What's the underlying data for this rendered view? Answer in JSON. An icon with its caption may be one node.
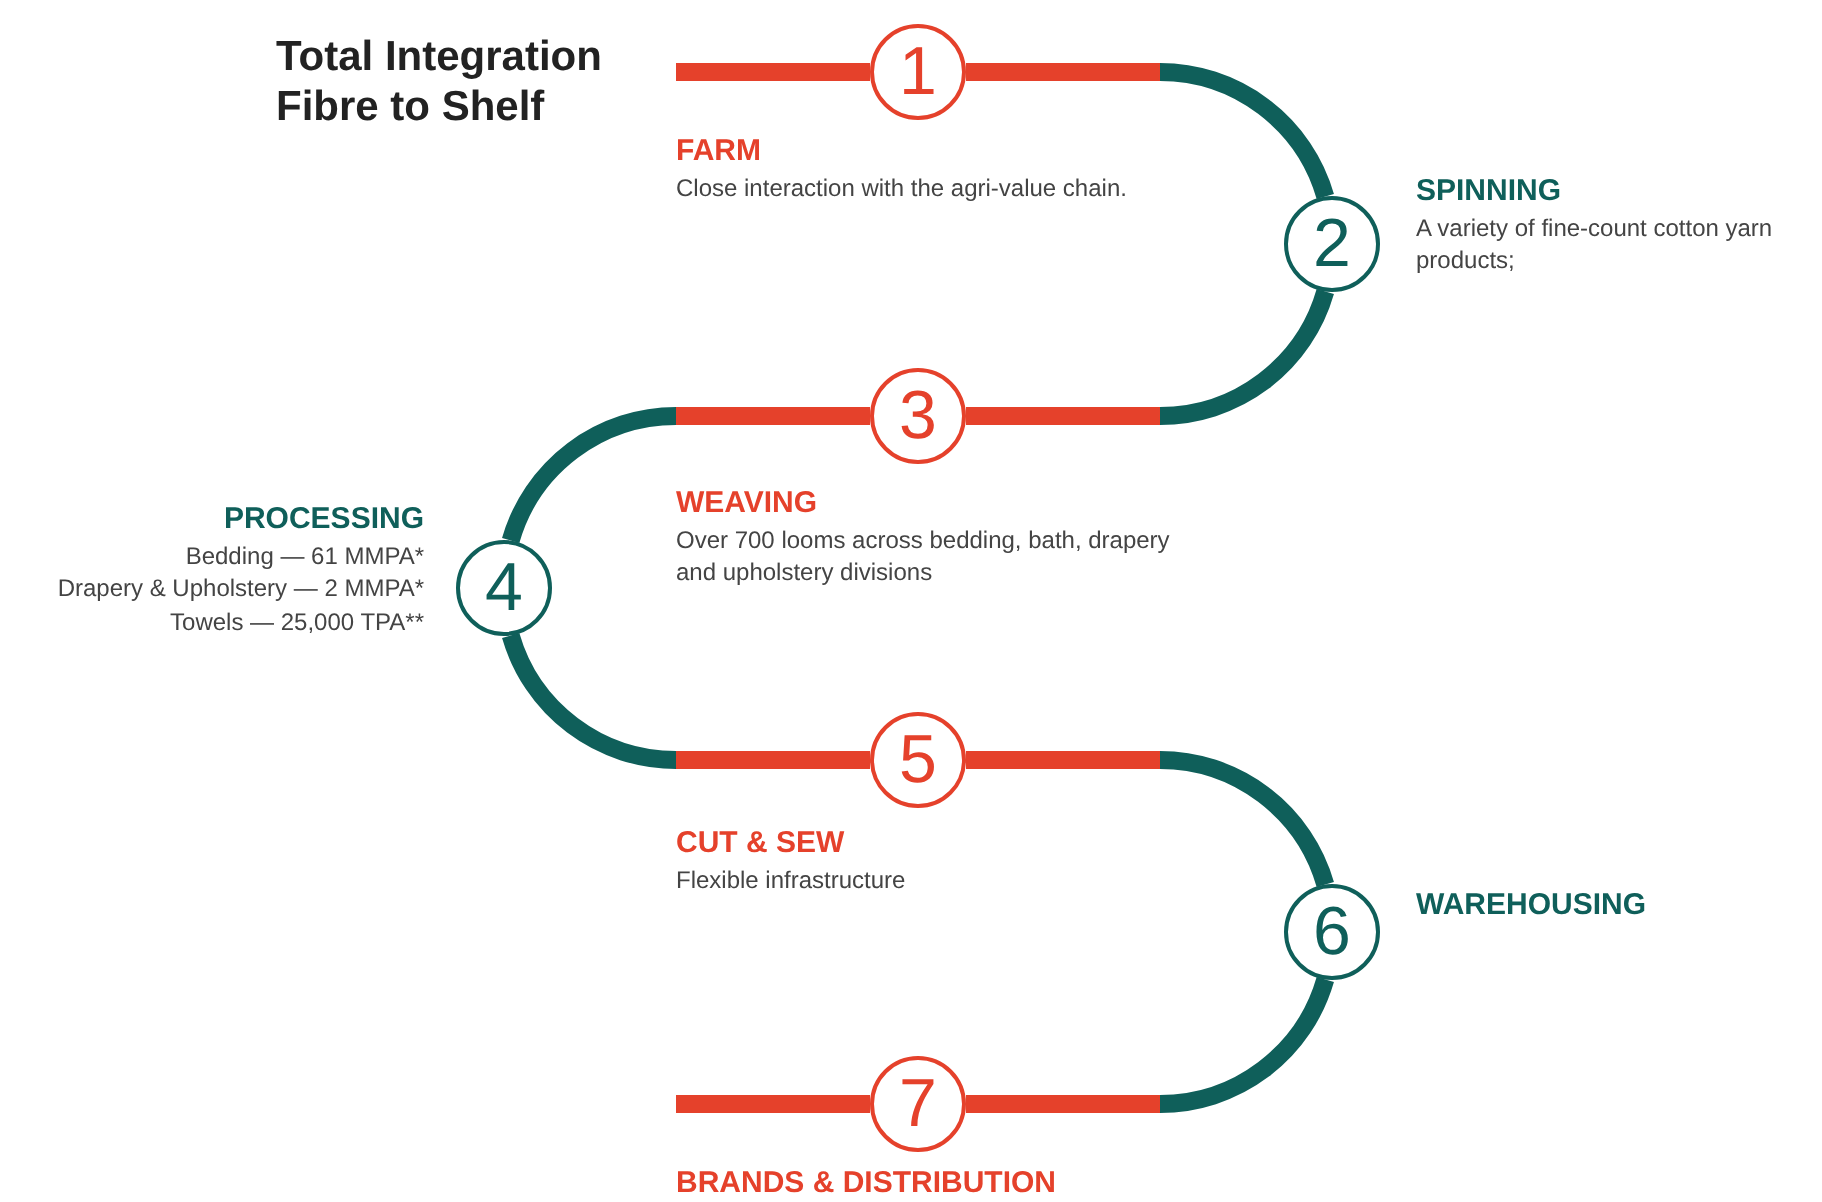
{
  "diagram": {
    "title": "Total Integration Fibre to Shelf",
    "nodes": [
      {
        "text": [
          "1"
        ],
        "beside": [
          "FARM",
          "Close interaction with the agri-value chain."
        ]
      },
      {
        "text": [
          "2"
        ],
        "beside": [
          "SPINNING",
          "A variety of fine-count cotton yarn products;"
        ]
      },
      {
        "text": [
          "3"
        ],
        "beside": [
          "WEAVING",
          "Over 700 looms across bedding, bath, drapery and upholstery divisions"
        ]
      },
      {
        "text": [
          "4"
        ],
        "beside": [
          "PROCESSING",
          "Bedding — 61 MMPA*",
          "Drapery & Upholstery — 2 MMPA*",
          "Towels — 25,000 TPA**"
        ]
      },
      {
        "text": [
          "5"
        ],
        "beside": [
          "CUT & SEW",
          "Flexible infrastructure"
        ]
      },
      {
        "text": [
          "6"
        ],
        "beside": [
          "WAREHOUSING"
        ]
      },
      {
        "text": [
          "7"
        ],
        "beside": [
          "BRANDS & DISTRIBUTION"
        ]
      }
    ],
    "edges": [
      {
        "from": null,
        "to": 0,
        "arrow": "none"
      },
      {
        "from": 0,
        "to": 1,
        "arrow": "none"
      },
      {
        "from": 1,
        "to": 2,
        "arrow": "none"
      },
      {
        "from": 2,
        "to": 3,
        "arrow": "none"
      },
      {
        "from": 3,
        "to": 4,
        "arrow": "none"
      },
      {
        "from": 4,
        "to": 5,
        "arrow": "none"
      },
      {
        "from": 5,
        "to": 6,
        "arrow": "none"
      },
      {
        "from": 6,
        "to": null,
        "arrow": "none"
      }
    ]
  }
}
